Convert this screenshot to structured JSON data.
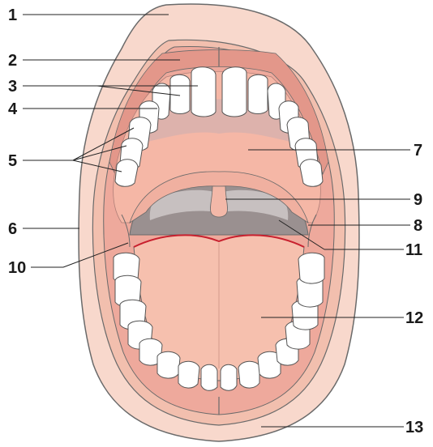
{
  "diagram": {
    "labels": [
      {
        "id": "1",
        "text": "1"
      },
      {
        "id": "2",
        "text": "2"
      },
      {
        "id": "3",
        "text": "3"
      },
      {
        "id": "4",
        "text": "4"
      },
      {
        "id": "5",
        "text": "5"
      },
      {
        "id": "6",
        "text": "6"
      },
      {
        "id": "7",
        "text": "7"
      },
      {
        "id": "8",
        "text": "8"
      },
      {
        "id": "9",
        "text": "9"
      },
      {
        "id": "10",
        "text": "10"
      },
      {
        "id": "11",
        "text": "11"
      },
      {
        "id": "12",
        "text": "12"
      },
      {
        "id": "13",
        "text": "13"
      }
    ]
  },
  "colors": {
    "lip_outer": "#f8d8cc",
    "lip_inner": "#f2bfae",
    "gum": "#eea99c",
    "gum_dark": "#e3978a",
    "mouth_shadow": "#d98f85",
    "palate": "#f5b7a6",
    "palate_ridge": "#d8b2ad",
    "throat": "#9a9090",
    "throat_light": "#c7c0c0",
    "tongue": "#f6c0ae",
    "tongue_edge": "#c8202e",
    "tooth": "#ffffff",
    "outline": "#6a6a6a"
  }
}
